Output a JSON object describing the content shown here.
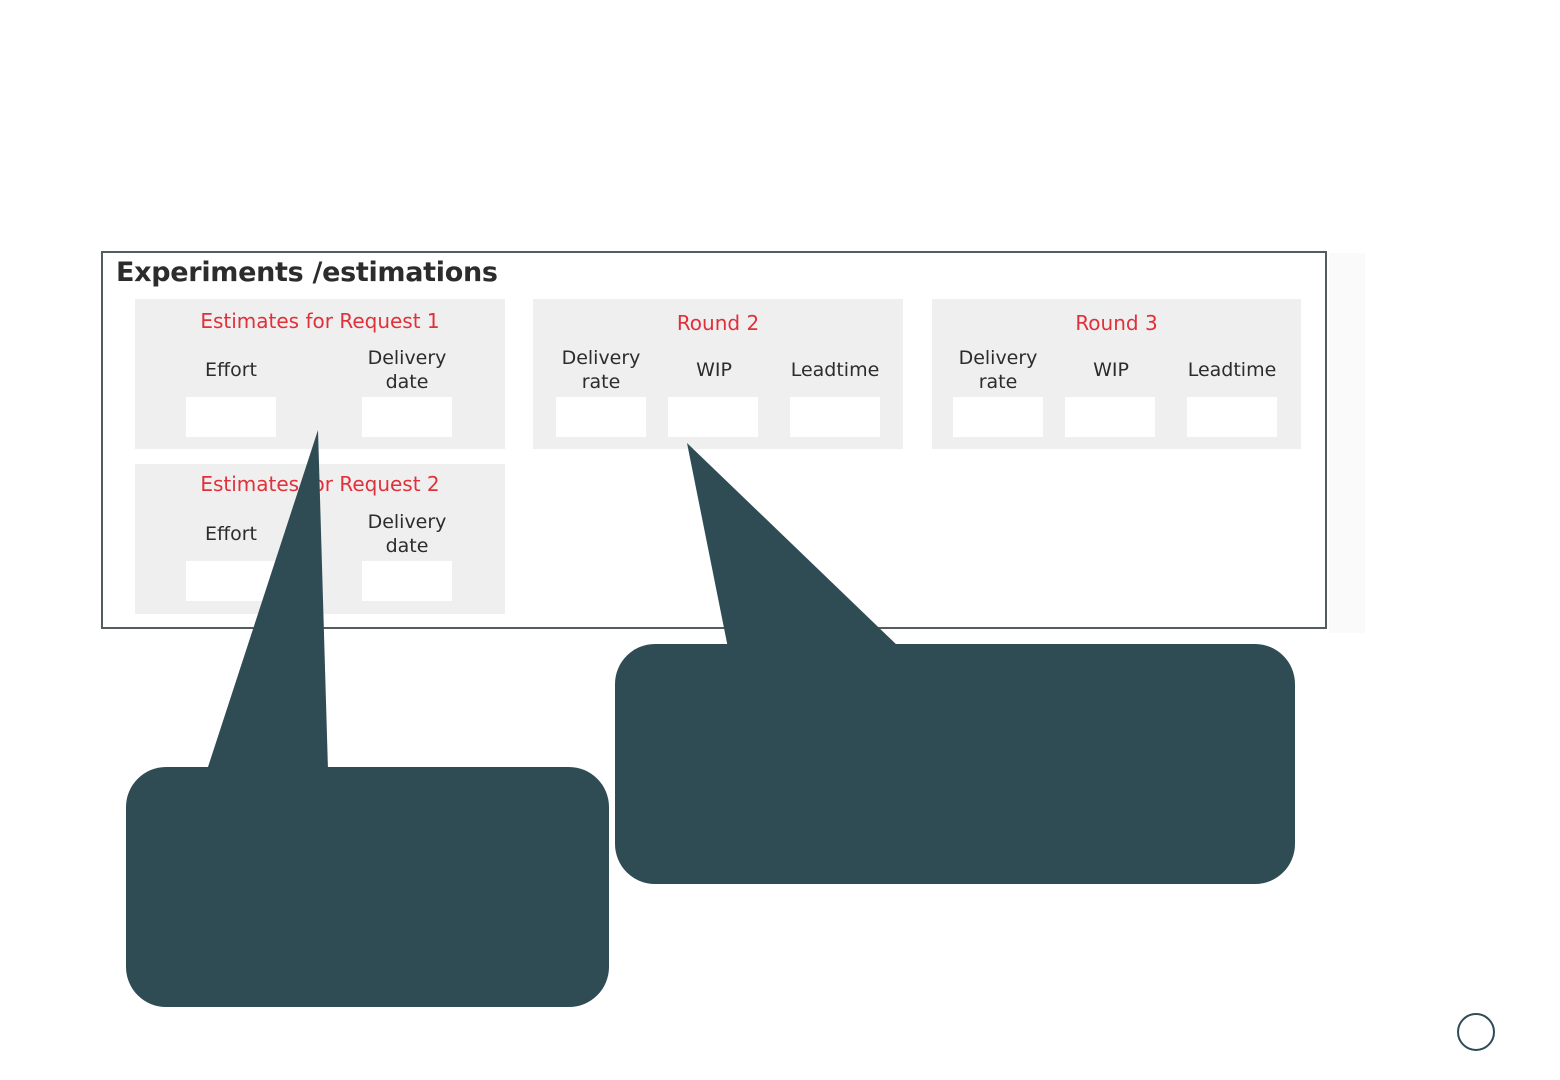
{
  "panel": {
    "title": "Experiments /estimations"
  },
  "groups": {
    "request1": {
      "title": "Estimates for Request 1",
      "effort_label": "Effort",
      "delivery_label_line1": "Delivery",
      "delivery_label_line2": "date",
      "effort_value": "",
      "delivery_value": ""
    },
    "request2": {
      "title": "Estimates for Request 2",
      "effort_label": "Effort",
      "delivery_label_line1": "Delivery",
      "delivery_label_line2": "date",
      "effort_value": "",
      "delivery_value": ""
    },
    "round2": {
      "title": "Round 2",
      "rate_label_line1": "Delivery",
      "rate_label_line2": "rate",
      "wip_label": "WIP",
      "leadtime_label": "Leadtime",
      "rate_value": "",
      "wip_value": "",
      "leadtime_value": ""
    },
    "round3": {
      "title": "Round 3",
      "rate_label_line1": "Delivery",
      "rate_label_line2": "rate",
      "wip_label": "WIP",
      "leadtime_label": "Leadtime",
      "rate_value": "",
      "wip_value": "",
      "leadtime_value": ""
    }
  },
  "colors": {
    "accent_red": "#e0303a",
    "bubble": "#2f4c55",
    "group_bg": "#efefef",
    "text": "#2c2c2c"
  }
}
